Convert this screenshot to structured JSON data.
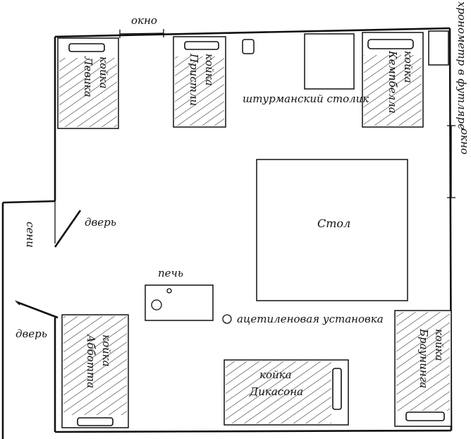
{
  "labels": {
    "window_top": "окно",
    "window_right": "окно",
    "chronometer": "хронометр в футляре",
    "nav_table": "штурманский столик",
    "table": "Стол",
    "stove": "печь",
    "acetylene": "ацетиленовая установка",
    "door_upper": "дверь",
    "door_lower": "дверь",
    "vestibule": "сени"
  },
  "bunks": {
    "levick": {
      "line1": "койка",
      "line2": "Левика"
    },
    "priestley": {
      "line1": "койка",
      "line2": "Пристли"
    },
    "campbell": {
      "line1": "койка",
      "line2": "Кемпбелла"
    },
    "abbott": {
      "line1": "койка",
      "line2": "Абботта"
    },
    "dickason": {
      "line1": "койка",
      "line2": "Дикасона"
    },
    "browning": {
      "line1": "койка",
      "line2": "Браунинга"
    }
  }
}
